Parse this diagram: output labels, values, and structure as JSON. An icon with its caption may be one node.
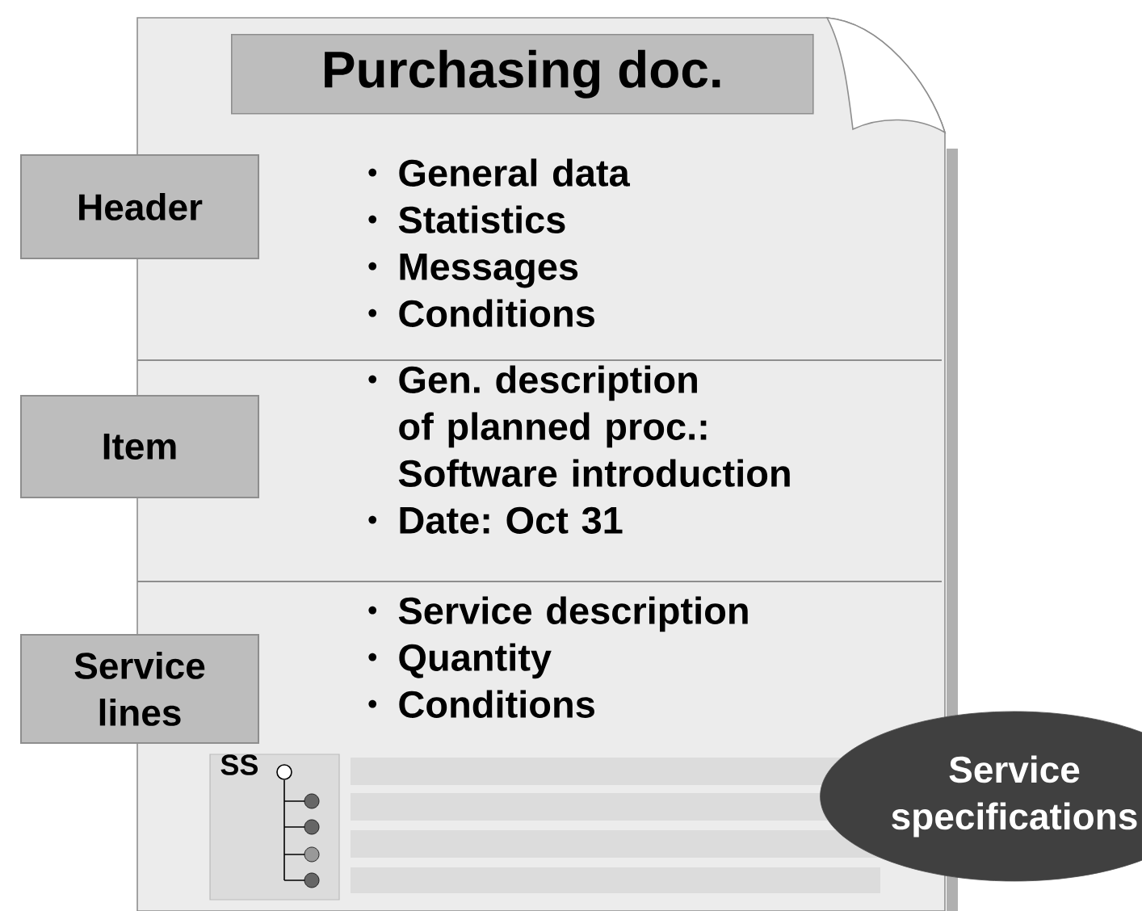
{
  "diagram": {
    "nodes": [
      {
        "text": [],
        "shape": "box"
      },
      {
        "text": [
          "Purchasing doc."
        ],
        "in": 0
      },
      {
        "text": [
          "Header"
        ]
      },
      {
        "text": [
          "General data",
          "Statistics",
          "Messages",
          "Conditions"
        ],
        "in": 0
      },
      {
        "text": [
          "Item"
        ]
      },
      {
        "text": [
          "Gen. description of planned proc.: Software introduction",
          "Date: Oct 31"
        ],
        "in": 0
      },
      {
        "text": [
          "Service lines"
        ]
      },
      {
        "text": [
          "Service description",
          "Quantity",
          "Conditions"
        ],
        "in": 0
      },
      {
        "text": [
          "SS"
        ],
        "in": 0
      },
      {
        "text": [
          "Service specifications"
        ]
      }
    ]
  }
}
